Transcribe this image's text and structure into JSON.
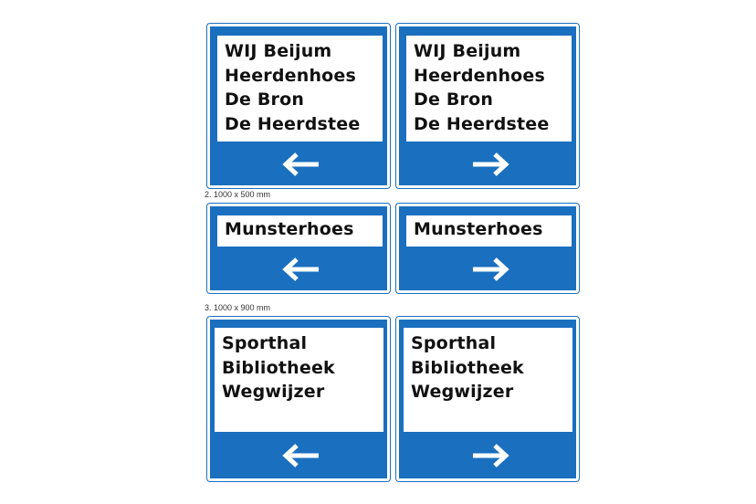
{
  "captions": {
    "row2": "2. 1000 x 500 mm",
    "row3": "3. 1000 x 900 mm"
  },
  "signs": {
    "s1": {
      "lines": [
        "WIJ Beijum",
        "Heerdenhoes",
        "De Bron",
        "De Heerdstee"
      ],
      "arrow": "left-arrow-icon"
    },
    "s2": {
      "lines": [
        "WIJ Beijum",
        "Heerdenhoes",
        "De Bron",
        "De Heerdstee"
      ],
      "arrow": "right-arrow-icon"
    },
    "s3": {
      "lines": [
        "Munsterhoes"
      ],
      "arrow": "left-arrow-icon"
    },
    "s4": {
      "lines": [
        "Munsterhoes"
      ],
      "arrow": "right-arrow-icon"
    },
    "s5": {
      "lines": [
        "Sporthal",
        "Bibliotheek",
        "Wegwijzer"
      ],
      "arrow": "left-arrow-icon"
    },
    "s6": {
      "lines": [
        "Sporthal",
        "Bibliotheek",
        "Wegwijzer"
      ],
      "arrow": "right-arrow-icon"
    }
  },
  "colors": {
    "sign_blue": "#1a6fbf",
    "panel_white": "#ffffff",
    "text": "#111111"
  }
}
